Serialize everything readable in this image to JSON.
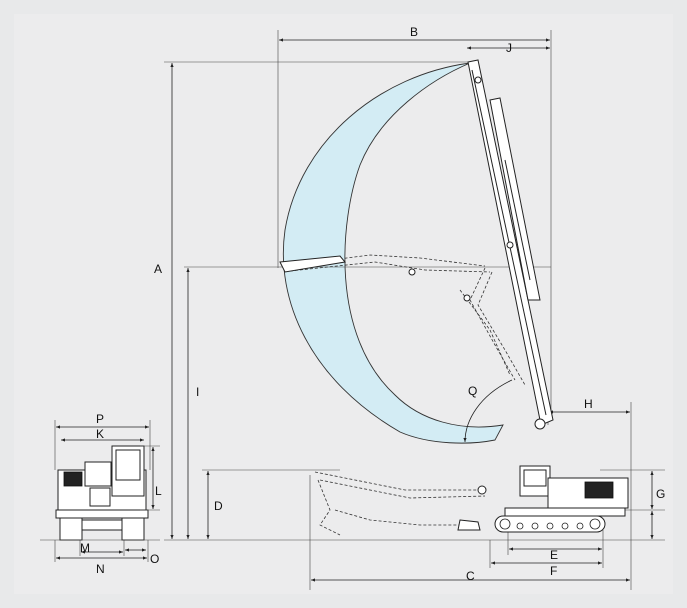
{
  "labels": {
    "A": "A",
    "B": "B",
    "C": "C",
    "D": "D",
    "E": "E",
    "F": "F",
    "G": "G",
    "H": "H",
    "I": "I",
    "J": "J",
    "K": "K",
    "L": "L",
    "M": "M",
    "N": "N",
    "O": "O",
    "P": "P",
    "Q": "Q"
  },
  "colors": {
    "background": "#e8e9ea",
    "inner_panel": "#ececed",
    "working_range": "#d3ecf4",
    "line": "#222222"
  }
}
